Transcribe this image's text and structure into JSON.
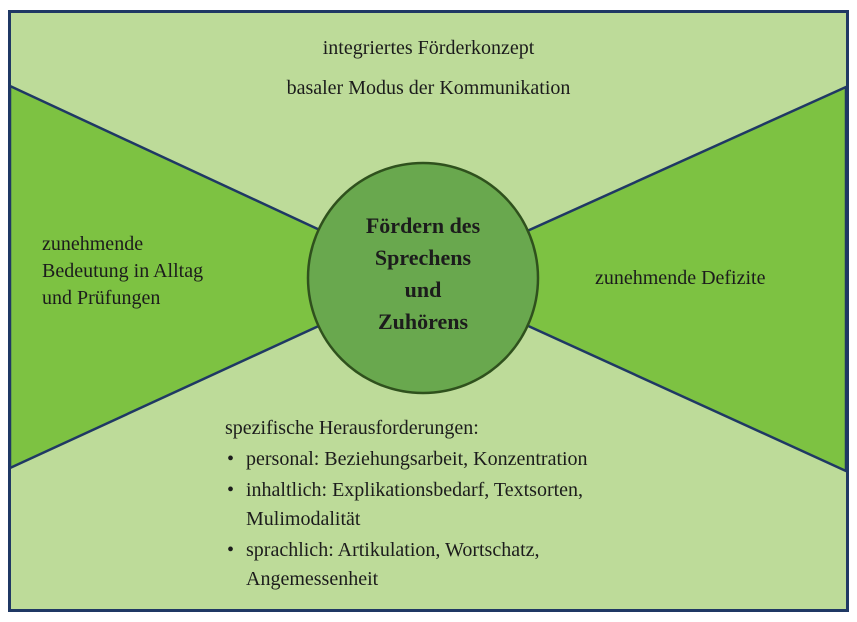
{
  "colors": {
    "page_background": "#ffffff",
    "frame_border": "#1f3864",
    "background": "#bddb99",
    "triangle_fill": "#7dc242",
    "circle_fill": "#69a84e",
    "circle_border": "#2f511d",
    "text": "#1c1c1c"
  },
  "top_caption": {
    "line1": "integriertes Förderkonzept",
    "line2": "basaler Modus der Kommunikation"
  },
  "left_label": {
    "line1": "zunehmende",
    "line2": "Bedeutung in Alltag",
    "line3": "und Prüfungen"
  },
  "right_label": {
    "text": "zunehmende Defizite"
  },
  "center_circle": {
    "line1": "Fördern des",
    "line2": "Sprechens",
    "line3": "und",
    "line4": "Zuhörens"
  },
  "bottom_section": {
    "heading": "spezifische Herausforderungen:",
    "bullet_marker": "•",
    "bullets": [
      {
        "line1": "personal: Beziehungsarbeit, Konzentration"
      },
      {
        "line1": "inhaltlich: Explikationsbedarf, Textsorten,",
        "line2": "Mulimodalität"
      },
      {
        "line1": "sprachlich: Artikulation, Wortschatz,",
        "line2": "Angemessenheit"
      }
    ]
  }
}
